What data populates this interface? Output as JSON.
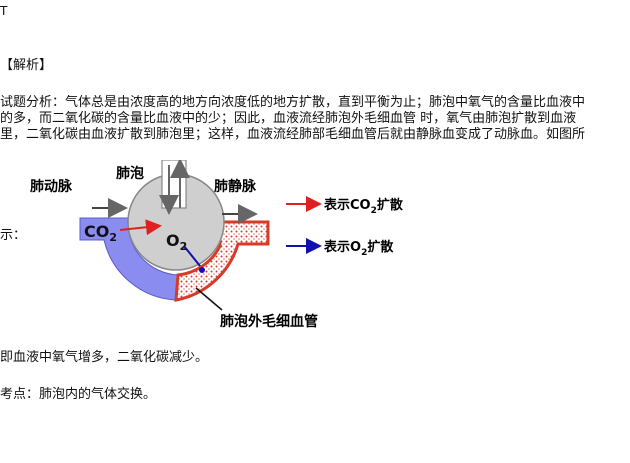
{
  "answer_mark": "T",
  "section_title": "【解析】",
  "paragraph": {
    "line1": "试题分析：气体总是由浓度高的地方向浓度低的地方扩散，直到平衡为止；肺泡中氧气的含量比血液中",
    "line2": "的多，而二氧化碳的含量比血液中的少；因此，血液流经肺泡外毛细血管 时，氧气由肺泡扩散到血液",
    "line3": "里，二氧化碳由血液扩散到肺泡里；这样，血液流经肺部毛细血管后就由静脉血变成了动脉血。如图所"
  },
  "shi_text": "示：",
  "diagram": {
    "label_artery": "肺动脉",
    "label_alveolus": "肺泡",
    "label_vein": "肺静脉",
    "label_capillary": "肺泡外毛细血管",
    "co2_label": "CO",
    "co2_sub": "2",
    "o2_label": "O",
    "o2_sub": "2",
    "legend_co2_prefix": "表示CO",
    "legend_co2_sub": "2",
    "legend_co2_suffix": "扩散",
    "legend_o2_prefix": "表示O",
    "legend_o2_sub": "2",
    "legend_o2_suffix": "扩散",
    "colors": {
      "artery_blue": "#8a8cf0",
      "vein_red": "#d83a2a",
      "alveolus_gray": "#cfcfcf",
      "co2_arrow": "#e02020",
      "o2_arrow": "#1010b0"
    }
  },
  "conclusion": "即血液中氧气增多，二氧化碳减少。",
  "kaodian": "考点：肺泡内的气体交换。"
}
